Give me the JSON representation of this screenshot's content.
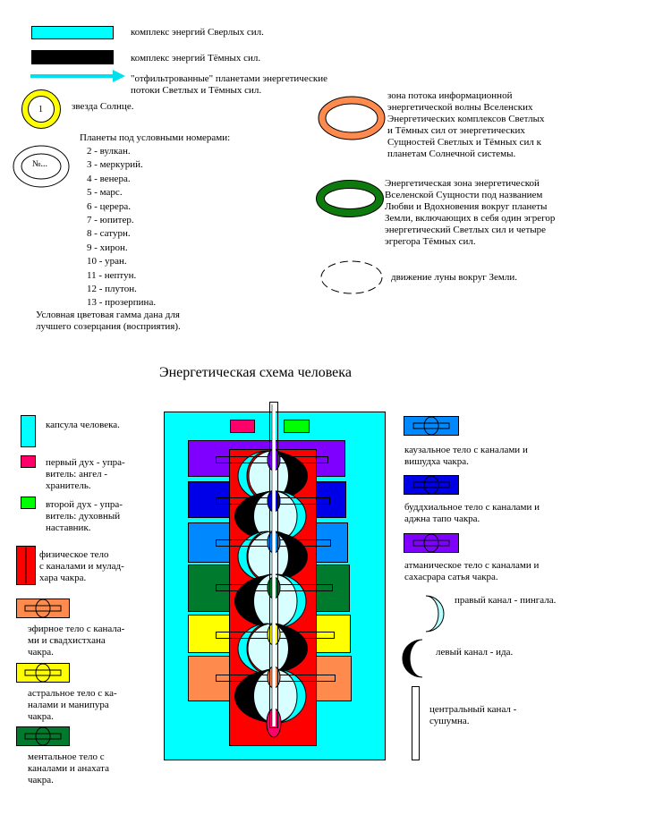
{
  "colors": {
    "light": "#00ffff",
    "dark": "#000000",
    "filtered_arrow": "#00e0ef",
    "sun_ring": "#ffff00",
    "info_zone": "#ff8a4e",
    "love_zone": "#0e7a0e",
    "red": "#ff0000",
    "pink": "#ff006b",
    "green": "#00ff00",
    "violet": "#8000ff",
    "blue": "#0000e8",
    "sky": "#0088ff",
    "forest": "#007a2c",
    "yellow": "#ffff00",
    "orange": "#ff8a4e"
  },
  "legend": {
    "light_complex": "комплекс энергий Сверлых сил.",
    "dark_complex": "комплекс энергий Тёмных сил.",
    "filtered": "\"отфильтрованные\" планетами энергетические\nпотоки Светлых и Тёмных сил.",
    "sun_number": "1",
    "sun": "звезда Солнце.",
    "planet_marker": "№...",
    "planets_title": "Планеты под условными номерами:",
    "planets": [
      "2 - вулкан.",
      "3 - меркурий.",
      "4 - венера.",
      "5 - марс.",
      "6 - церера.",
      "7 - юпитер.",
      "8 - сатурн.",
      "9 - хирон.",
      "10 - уран.",
      "11 - нептун.",
      "12 - плутон.",
      "13 - прозерпина."
    ],
    "color_note": "Условная цветовая гамма дана для\nлучшего созерцания (восприятия).",
    "info_zone": "зона потока информационной\nэнергетической волны Вселенских\nЭнергетических комплексов Светлых\n и Тёмных сил от энергетических\nСущностей Светлых и Тёмных сил к\nпланетам Солнечной системы.",
    "love_zone": " Энергетическая зона энергетической\nВселенской Сущности под названием\nЛюбви и Вдохновения вокруг планеты\nЗемли, включающих в себя один эгрегор\nэнергетический Светлых сил и четыре\nэгрегора Тёмных сил.",
    "moon": "движение луны вокруг Земли."
  },
  "scheme": {
    "title": "Энергетическая схема человека",
    "left_labels": {
      "capsule": "капсула человека.",
      "first_spirit": "первый дух - упра-\nвитель: ангел -\nхранитель.",
      "second_spirit": "второй дух - упра-\nвитель: духовный\nнаставник.",
      "physical": "физическое тело\nс  каналами и мулад-\nхара чакра.",
      "etheric": "эфирное тело с канала-\nми и свадхистхана\nчакра.",
      "astral": "астральное тело с ка-\nналами и манипура\nчакра.",
      "mental": "ментальное тело с\nканалами и анахата\nчакра."
    },
    "right_labels": {
      "causal": "каузальное тело с каналами и\nвишудха чакра.",
      "buddhic": "буддхиальное тело с каналами и\nаджна тапо чакра.",
      "atmanic": "атманическое тело с каналами и\nсахасрара сатья чакра.",
      "pingala": "правый канал - пингала.",
      "ida": "левый канал - ида.",
      "sushumna": "центральный канал -\nсушумна."
    }
  }
}
